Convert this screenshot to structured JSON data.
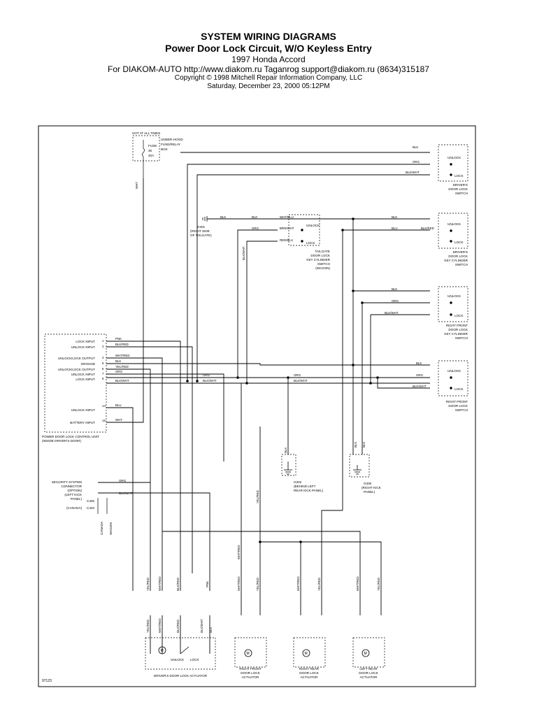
{
  "header": {
    "title": "SYSTEM WIRING DIAGRAMS",
    "subtitle": "Power Door Lock Circuit, W/O Keyless Entry",
    "vehicle": "1997 Honda Accord",
    "source_line": "For DIAKOM-AUTO http://www.diakom.ru Taganrog support@diakom.ru (8634)315187",
    "copyright": "Copyright © 1998 Mitchell Repair Information Company, LLC",
    "timestamp": "Saturday, December 23, 2000  05:12PM"
  },
  "diagram": {
    "fuse_box": {
      "top": "HOT AT ALL TIMES",
      "fuse": "FUSE",
      "num": "36",
      "amp": "20A",
      "box": [
        "UNDER-HOOD",
        "FUSE/RELAY",
        "BOX"
      ],
      "wire": "WHT"
    },
    "control_unit": {
      "pins": [
        "LOCK INPUT",
        "UNLOCK INPUT",
        "UNLOCK/LOCK OUTPUT",
        "GROUND",
        "UNLOCK/LOCK OUTPUT",
        "UNLOCK INPUT",
        "LOCK INPUT",
        "UNLOCK INPUT",
        "BATTERY INPUT"
      ],
      "wires": [
        "PNK",
        "BLK/RED",
        "WHT/RED",
        "BLK",
        "YEL/RED",
        "ORG",
        "BLK/WHT",
        "BLU",
        "WHT"
      ],
      "label": [
        "POWER DOOR LOCK CONTROL UNIT",
        "(INSIDE DRIVER'S DOOR)"
      ]
    },
    "switches": {
      "driver_lock": [
        "DRIVER'S",
        "DOOR LOCK",
        "SWITCH"
      ],
      "driver_cyl": [
        "DRIVER'S",
        "DOOR LOCK",
        "KEY CYLINDER",
        "SWITCH"
      ],
      "rf_cyl": [
        "RIGHT FRONT",
        "DOOR LOCK",
        "KEY CYLINDER",
        "SWITCH"
      ],
      "rf_lock": [
        "RIGHT FRONT",
        "DOOR LOCK",
        "SWITCH"
      ],
      "tailgate": [
        "TAILGATE",
        "DOOR LOCK",
        "KEY CYLINDER",
        "SWITCH",
        "(WAGON)"
      ],
      "unlock": "UNLOCK",
      "lock": "LOCK"
    },
    "grounds": {
      "g401": [
        "G401",
        "(RIGHT SIDE",
        "OF TAILGATE)"
      ],
      "g202": [
        "G202",
        "(BEHIND LEFT",
        "REAR KICK PANEL)"
      ],
      "g200": [
        "G200",
        "(RIGHT KICK",
        "PANEL)"
      ]
    },
    "security": {
      "label": [
        "SECURITY SYSTEM",
        "CONNECTOR",
        "(OPTION)",
        "(LEFT KICK",
        "PANEL)"
      ],
      "c1": "C425",
      "c2": "C423",
      "canada": "(CANADA)",
      "v1": "CANADA",
      "v2": "WAGON"
    },
    "actuators": {
      "driver": "DRIVER'S DOOR LOCK ACTUATOR",
      "rf": [
        "RIGHT FRONT",
        "DOOR LOCK",
        "ACTUATOR"
      ],
      "rr": [
        "RIGHT REAR",
        "DOOR LOCK",
        "ACTUATOR"
      ],
      "lr": [
        "LEFT REAR",
        "DOOR LOCK",
        "ACTUATOR"
      ],
      "unlock": "UNLOCK",
      "lock": "LOCK"
    },
    "wire_colors": {
      "blk": "BLK",
      "org": "ORG",
      "blkwht": "BLK/WHT",
      "blu": "BLU",
      "blkred": "BLK/RED",
      "whtblu": "WHT/BLU",
      "brnwht": "BRN/WHT",
      "redblu": "RED/BLU",
      "yelred": "YEL/RED",
      "whtred": "WHT/RED",
      "pnk": "PNK"
    },
    "figure_id": "97123"
  }
}
